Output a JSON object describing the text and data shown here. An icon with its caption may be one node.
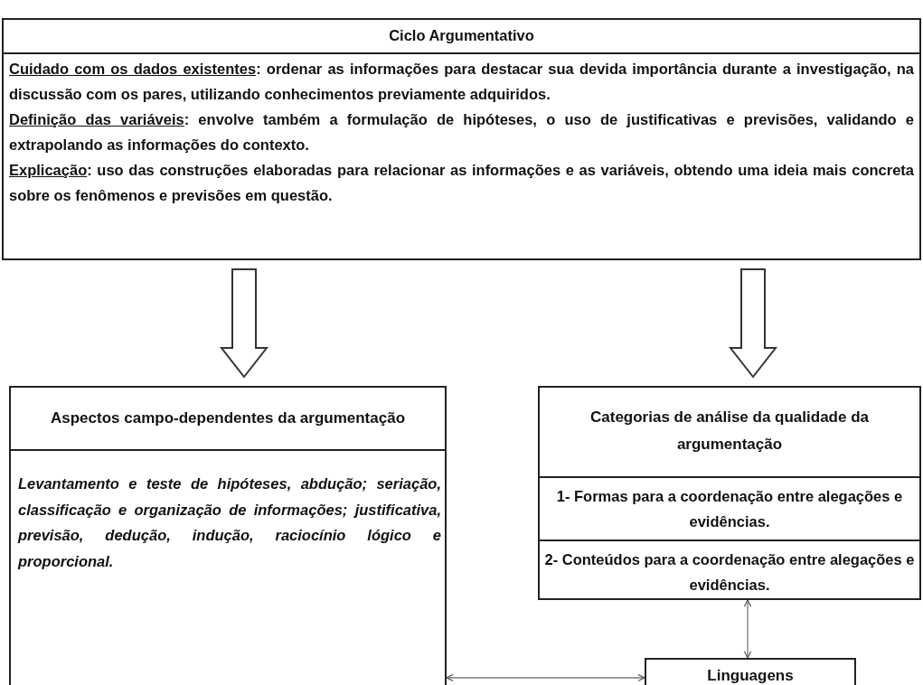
{
  "diagram": {
    "nodes": [
      {
        "text": [
          "Ciclo Argumentativo",
          "**Cuidado com os dados existentes**: ordenar as informações para destacar sua devida importância durante a investigação, na discussão com os pares, utilizando conhecimentos previamente adquiridos.",
          "**Definição das variáveis**: envolve também a formulação de hipóteses, o uso de justificativas e previsões, validando e extrapolando as informações do contexto.",
          "**Explicação**: uso das construções elaboradas para relacionar as informações e as variáveis, obtendo uma ideia mais concreta sobre os fenômenos e previsões em questão."
        ]
      },
      {
        "text": [
          "Aspectos campo-dependentes da argumentação",
          "Levantamento e teste de hipóteses, abdução; seriação, classificação e organização de informações; justificativa, previsão, dedução, indução, raciocínio lógico e proporcional."
        ]
      },
      {
        "text": [
          "Categorias de análise da qualidade da argumentação"
        ]
      },
      {
        "text": [
          "1- Formas para a coordenação entre alegações e evidências."
        ],
        "in": 2
      },
      {
        "text": [
          "2- Conteúdos para a coordenação entre alegações e evidências."
        ],
        "in": 2
      },
      {
        "text": [
          "Linguagens"
        ]
      }
    ],
    "edges": [
      {
        "from": 0,
        "to": 1,
        "arrow": "to",
        "style": "thick"
      },
      {
        "from": 0,
        "to": 2,
        "arrow": "to",
        "style": "thick"
      },
      {
        "from": 2,
        "to": 5,
        "arrow": "both"
      },
      {
        "from": 1,
        "to": 5,
        "arrow": "both"
      }
    ]
  }
}
